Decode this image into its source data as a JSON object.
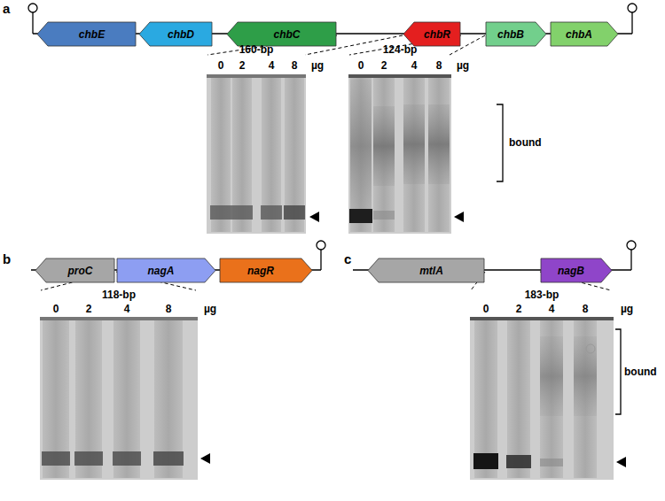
{
  "diagram": {
    "nodes": [
      {
        "text": [
          "chbE"
        ]
      },
      {
        "text": [
          "chbD"
        ]
      },
      {
        "text": [
          "chbC"
        ]
      },
      {
        "text": [
          "chbR"
        ]
      },
      {
        "text": [
          "chbB"
        ]
      },
      {
        "text": [
          "chbA"
        ]
      },
      {
        "text": [
          "proC"
        ]
      },
      {
        "text": [
          "nagA"
        ]
      },
      {
        "text": [
          "nagR"
        ]
      },
      {
        "text": [
          "mtlA"
        ]
      },
      {
        "text": [
          "nagB"
        ]
      }
    ],
    "labels": [
      "a",
      "160-bp",
      "0",
      "2",
      "4",
      "8",
      "µg",
      "124-bp",
      "0",
      "2",
      "4",
      "8",
      "µg",
      "bound",
      "b",
      "118-bp",
      "0",
      "2",
      "4",
      "8",
      "µg",
      "c",
      "183-bp",
      "0",
      "2",
      "4",
      "8",
      "µg",
      "bound"
    ]
  }
}
